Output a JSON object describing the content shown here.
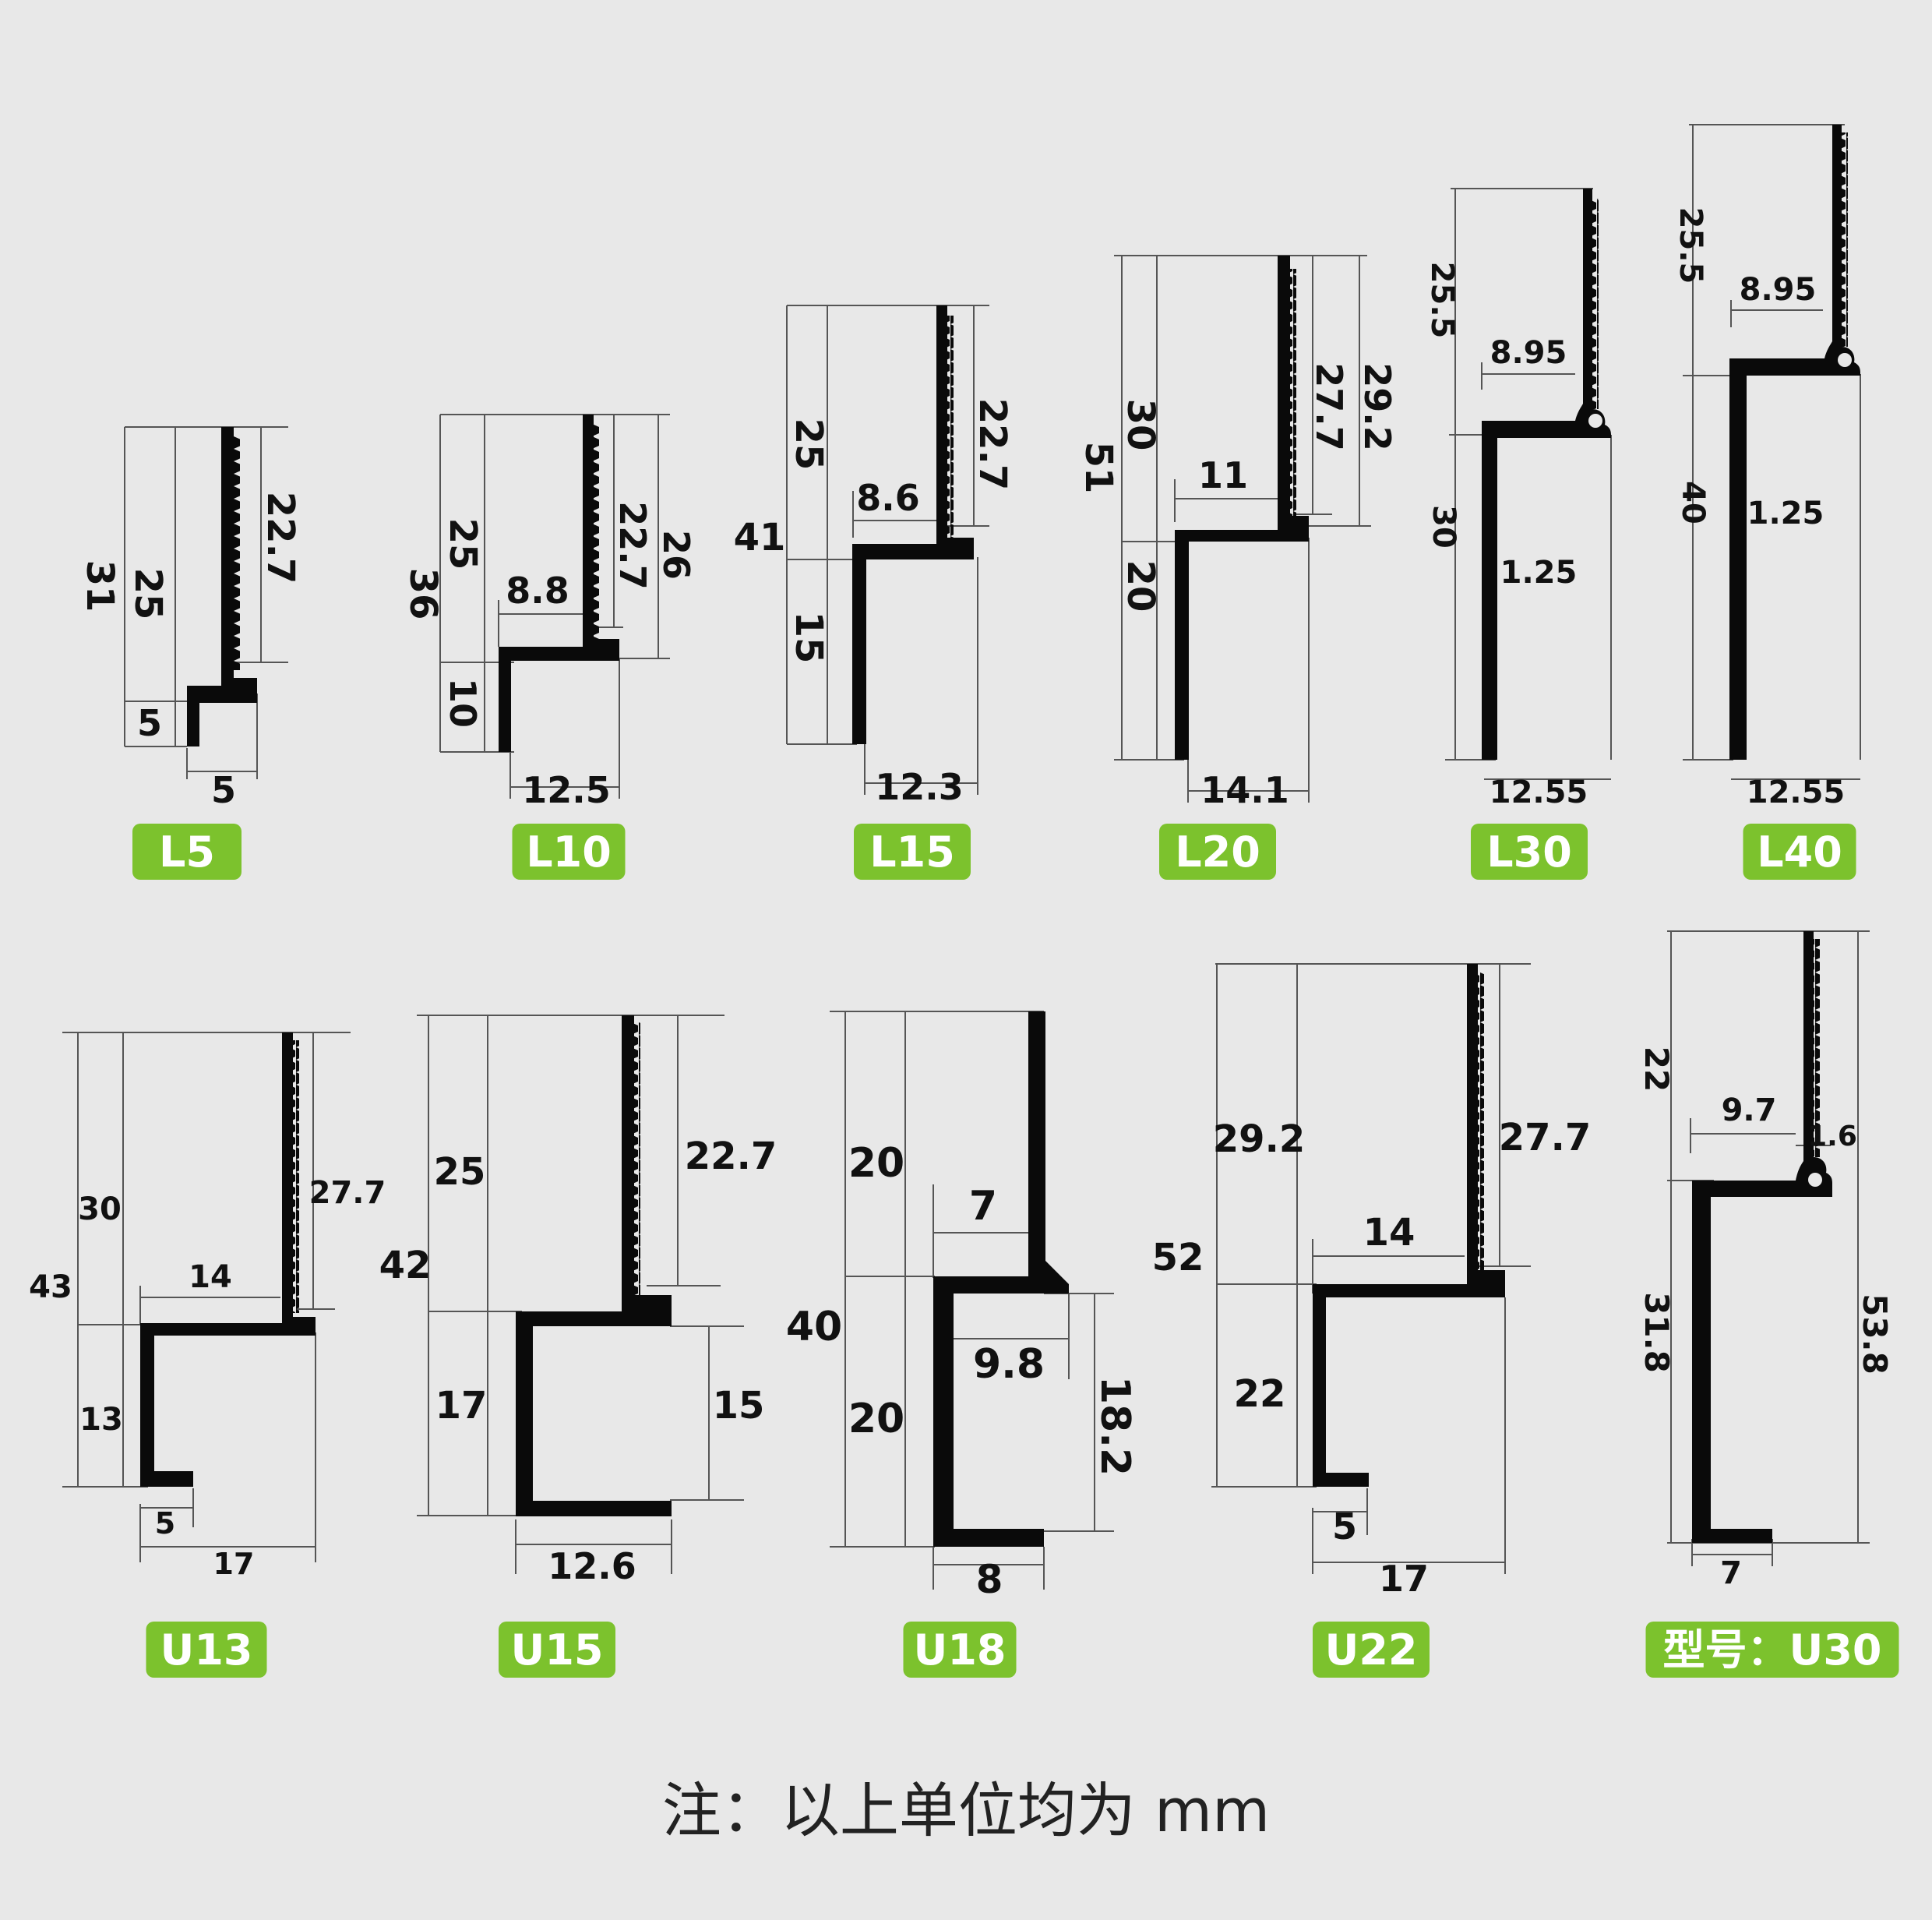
{
  "colors": {
    "background": "#e8e8e8",
    "badge": "#7cc22d",
    "badge_text": "#ffffff",
    "profile": "#0a0a0a",
    "dimension_line": "#555555"
  },
  "profiles": [
    {
      "id": "L5",
      "label": "L5",
      "dims": [
        "31",
        "25",
        "22.7",
        "5",
        "5"
      ]
    },
    {
      "id": "L10",
      "label": "L10",
      "dims": [
        "36",
        "25",
        "10",
        "8.8",
        "22.7",
        "26",
        "12.5"
      ]
    },
    {
      "id": "L15",
      "label": "L15",
      "dims": [
        "41",
        "25",
        "15",
        "8.6",
        "22.7",
        "12.3"
      ]
    },
    {
      "id": "L20",
      "label": "L20",
      "dims": [
        "51",
        "30",
        "20",
        "11",
        "27.7",
        "29.2",
        "14.1"
      ]
    },
    {
      "id": "L30",
      "label": "L30",
      "dims": [
        "25.5",
        "30",
        "8.95",
        "1.25",
        "12.55"
      ]
    },
    {
      "id": "L40",
      "label": "L40",
      "dims": [
        "25.5",
        "40",
        "8.95",
        "1.25",
        "12.55"
      ]
    },
    {
      "id": "U13",
      "label": "U13",
      "dims": [
        "43",
        "30",
        "13",
        "14",
        "27.7",
        "5",
        "17"
      ]
    },
    {
      "id": "U15",
      "label": "U15",
      "dims": [
        "42",
        "25",
        "17",
        "22.7",
        "15",
        "12.6"
      ]
    },
    {
      "id": "U18",
      "label": "U18",
      "dims": [
        "40",
        "20",
        "20",
        "7",
        "9.8",
        "18.2",
        "8"
      ]
    },
    {
      "id": "U22",
      "label": "U22",
      "dims": [
        "52",
        "29.2",
        "22",
        "14",
        "27.7",
        "5",
        "17"
      ]
    },
    {
      "id": "U30",
      "label": "型号：U30",
      "dims": [
        "22",
        "31.8",
        "9.7",
        "1.6",
        "53.8",
        "7"
      ]
    }
  ],
  "note": "注：以上单位均为 mm"
}
